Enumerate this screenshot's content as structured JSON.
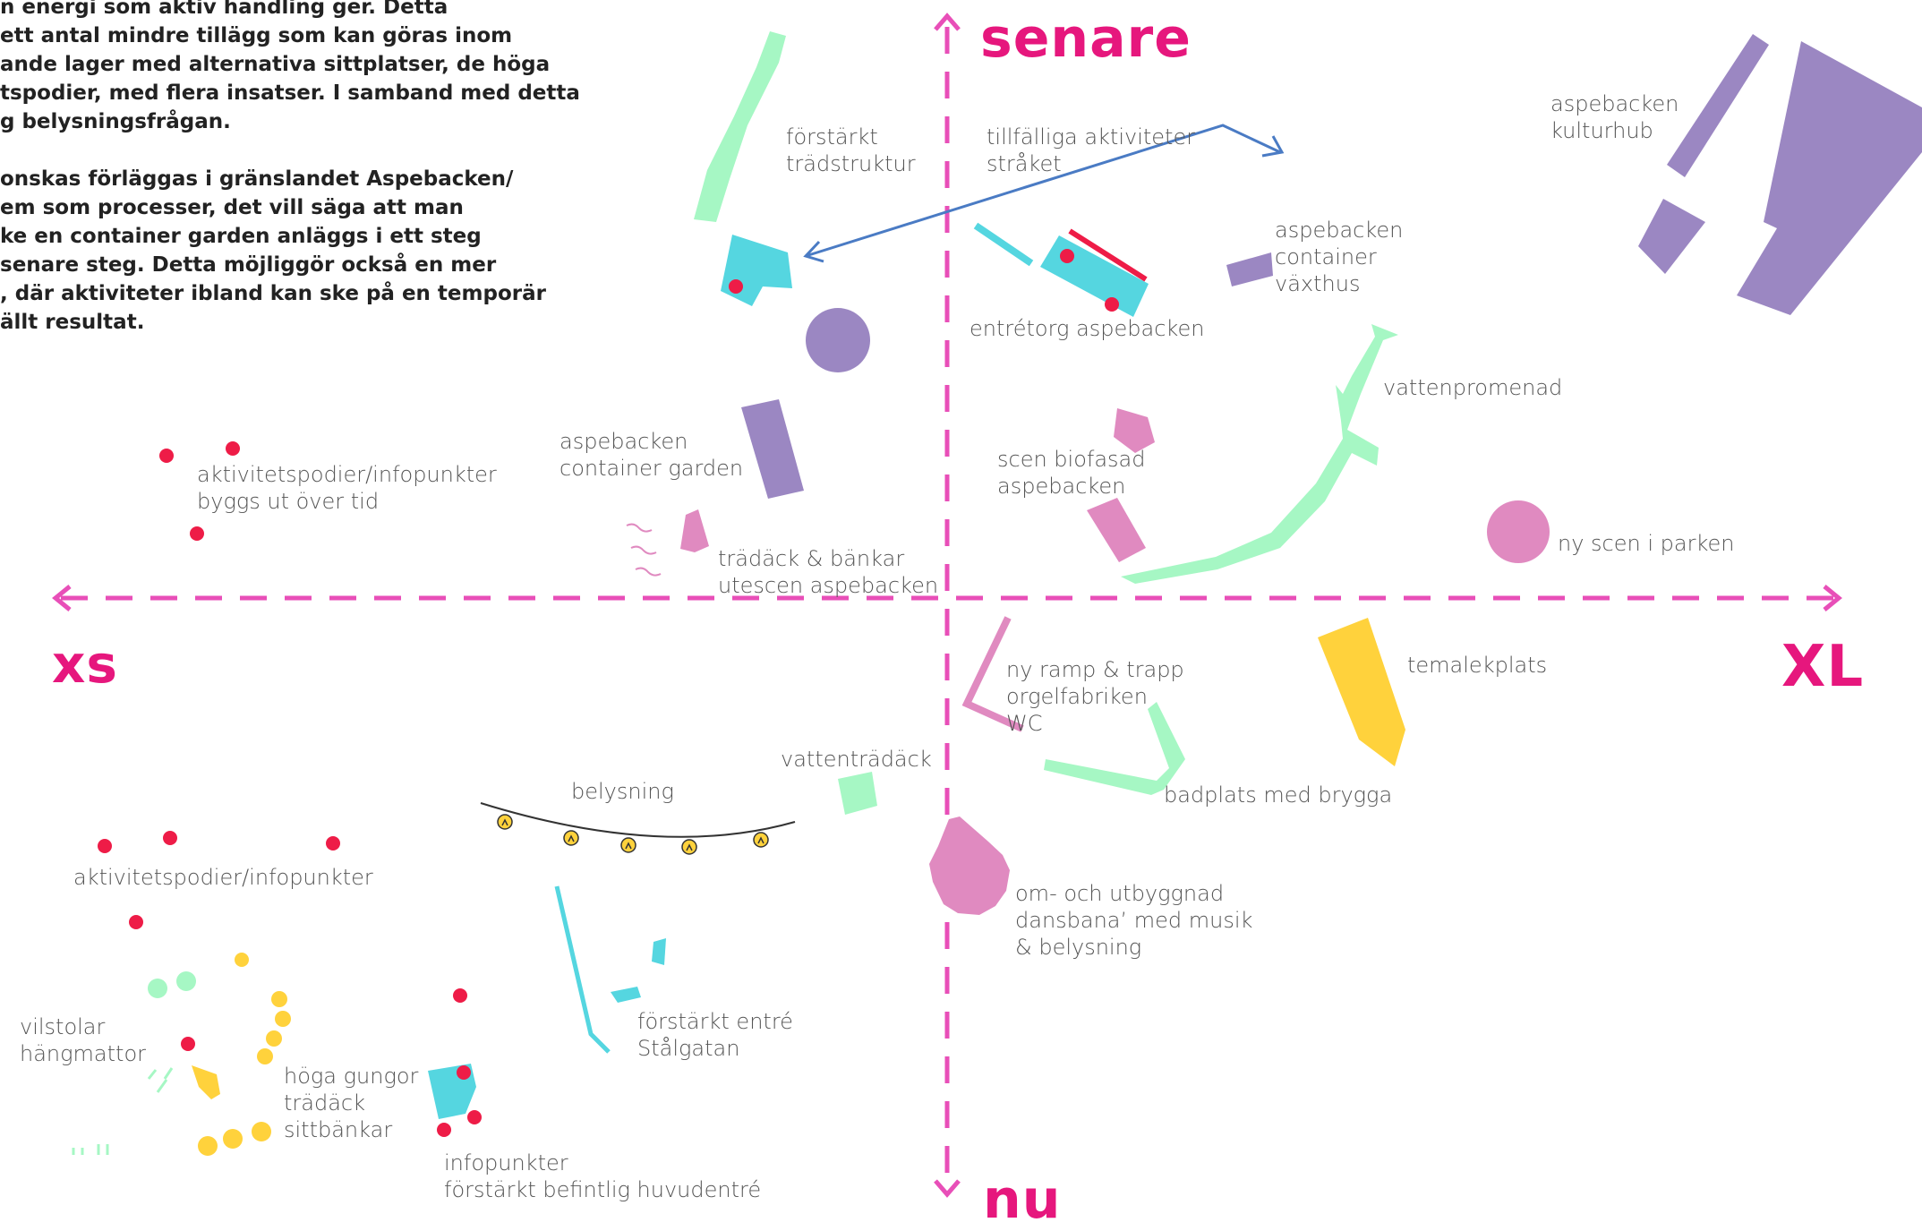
{
  "intro_lines": [
    "n energi som aktiv handling ger. Detta",
    "ett antal mindre tillägg som kan göras inom",
    "ande lager med alternativa sittplatser, de höga",
    "tspodier, med flera insatser. I samband med detta",
    "g belysningsfrågan.",
    "",
    "onskas förläggas i gränslandet Aspebacken/",
    "em som processer, det vill säga att man",
    "ke en container garden anläggs i ett steg",
    "senare steg. Detta möjliggör också en mer",
    ", där aktiviteter ibland kan ske på en temporär",
    "ällt resultat."
  ],
  "axes": {
    "top": "senare",
    "bottom": "nu",
    "left": "xs",
    "right": "XL"
  },
  "labels": {
    "forstarkt_tradstruktur": "förstärkt\nträdstruktur",
    "tillfalliga_aktiviteter": "tillfälliga aktiviteter\nstråket",
    "aspebacken_kulturhub": "aspebacken\nkulturhub",
    "aspebacken_container_vaxthus": "aspebacken\ncontainer\nväxthus",
    "entretorg_aspebacken": "entrétorg aspebacken",
    "vattenpromenad": "vattenpromenad",
    "aspebacken_container_garden": "aspebacken\ncontainer garden",
    "aktivitetspodier_byggs": "aktivitetspodier/infopunkter\nbyggs ut över tid",
    "scen_biofasad": "scen biofasad\naspebacken",
    "ny_scen_parken": "ny scen i parken",
    "tradack_bankar": "trädäck & bänkar\nutescen aspebacken",
    "temalekplats": "temalekplats",
    "ny_ramp_trapp": "ny ramp & trapp\norgelfabriken\nWC",
    "vattentradack": "vattenträdäck",
    "belysning": "belysning",
    "badplats_brygga": "badplats med brygga",
    "aktivitetspodier_infopunkter": "aktivitetspodier/infopunkter",
    "dansbana": "om- och utbyggnad\ndansbana’ med musik\n& belysning",
    "forstarkt_entre": "förstärkt entré\nStålgatan",
    "vilstolar": "vilstolar\nhängmattor",
    "hoga_gungor": "höga gungor\nträdäck\nsittbänkar",
    "infopunkter_huvudentre": "infopunkter\nförstärkt befintlig huvudentré"
  },
  "colors": {
    "axis_pink": "#e6177d",
    "dash_pink": "#e84fb8",
    "mint": "#a6f7c4",
    "cyan": "#55d6e0",
    "purple": "#9b87c2",
    "pink_shape": "#e08ac0",
    "yellow": "#ffd23c",
    "red_dot": "#ee1c47",
    "arrow_blue": "#4a7bc4",
    "text_gray": "#555555"
  },
  "icons": [
    "lightbulb-icon",
    "arrow-head-icon"
  ]
}
